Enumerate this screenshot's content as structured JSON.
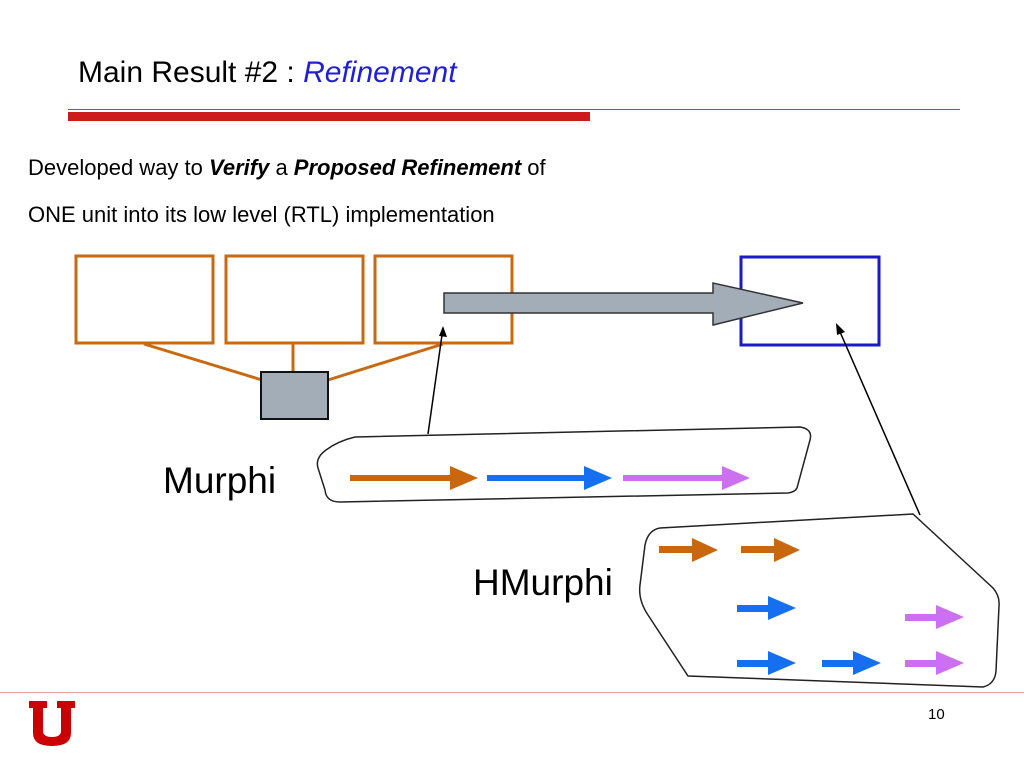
{
  "slide": {
    "title_prefix": "Main Result #2 : ",
    "title_highlight": "Refinement",
    "line1": {
      "t1": "Developed way to ",
      "verify": "Verify",
      "t2": " a ",
      "proposed": "Proposed Refinement",
      "t3": " of"
    },
    "line2": "ONE unit into its low level (RTL) implementation",
    "murphi_label": "Murphi",
    "hmurphi_label": "HMurphi",
    "page_number": "10"
  },
  "colors": {
    "title_accent": "#1f1fd6",
    "rule": "#cc1b1b",
    "unit_box": "#c86a12",
    "target_box": "#1a1ac8",
    "shared_box": "#a3adb8",
    "arrow_orange": "#c8670e",
    "arrow_blue": "#1470f0",
    "arrow_violet": "#cc70f0"
  }
}
